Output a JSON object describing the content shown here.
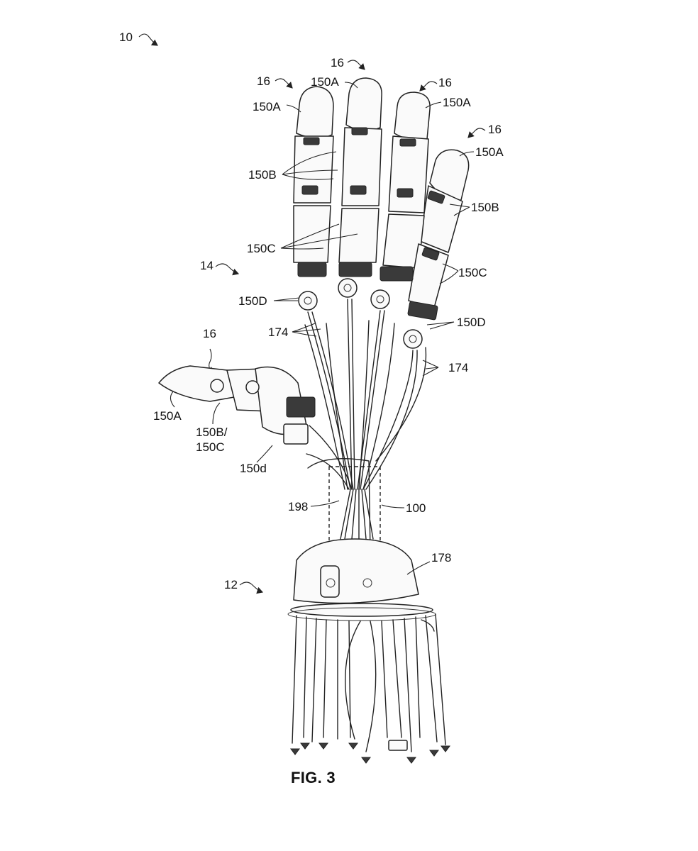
{
  "figure": {
    "caption": "FIG. 3",
    "labels": {
      "ref_10": "10",
      "ref_16_a": "16",
      "ref_16_b": "16",
      "ref_16_c": "16",
      "ref_16_d": "16",
      "ref_16_thumb": "16",
      "ref_150A_a": "150A",
      "ref_150A_b": "150A",
      "ref_150A_c": "150A",
      "ref_150A_d": "150A",
      "ref_150A_thumb": "150A",
      "ref_150B_a": "150B",
      "ref_150B_b": "150B",
      "ref_150B_thumb": "150B/",
      "ref_150C_thumb": "150C",
      "ref_150C_a": "150C",
      "ref_150C_b": "150C",
      "ref_150D_a": "150D",
      "ref_150D_b": "150D",
      "ref_150d": "150d",
      "ref_14": "14",
      "ref_174_a": "174",
      "ref_174_b": "174",
      "ref_198": "198",
      "ref_100": "100",
      "ref_178": "178",
      "ref_12": "12"
    }
  }
}
